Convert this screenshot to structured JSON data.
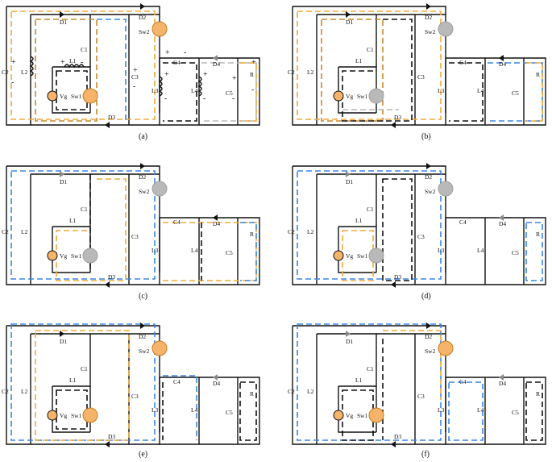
{
  "panels": [
    {
      "caption": "(a)",
      "labels": {
        "D1": "D1",
        "D2": "D2",
        "D3": "D3",
        "D4": "D4",
        "Sw1": "Sw1",
        "Sw2": "Sw2",
        "Vg": "Vg",
        "L1": "L1",
        "L2": "L2",
        "L3": "L3",
        "L4": "L4",
        "C1": "C1",
        "C2": "C2",
        "C3": "C3",
        "C4": "C4",
        "C5": "C5",
        "R": "R"
      },
      "sw1_on": true,
      "sw2_on": true,
      "polarity_marks": [
        "+",
        "-",
        "+",
        "-",
        "+",
        "-",
        "+",
        "-",
        "+",
        "-",
        "+",
        "-",
        "+",
        "-",
        "+",
        "-"
      ]
    },
    {
      "caption": "(b)",
      "labels": {
        "D1": "D1",
        "D2": "D2",
        "D3": "D3",
        "D4": "D4",
        "Sw1": "Sw1",
        "Sw2": "Sw2",
        "Vg": "Vg",
        "L1": "L1",
        "L2": "L2",
        "L3": "L3",
        "L4": "L4",
        "C1": "C1",
        "C2": "C2",
        "C3": "C3",
        "C4": "C4",
        "C5": "C5",
        "R": "R"
      },
      "sw1_on": false,
      "sw2_on": false
    },
    {
      "caption": "(c)",
      "labels": {
        "D1": "D1",
        "D2": "D2",
        "D3": "D3",
        "D4": "D4",
        "Sw1": "Sw1",
        "Sw2": "Sw2",
        "Vg": "Vg",
        "L1": "L1",
        "L2": "L2",
        "L3": "L3",
        "L4": "L4",
        "C1": "C1",
        "C2": "C2",
        "C3": "C3",
        "C4": "C4",
        "C5": "C5",
        "R": "R"
      },
      "sw1_on": false,
      "sw2_on": false
    },
    {
      "caption": "(d)",
      "labels": {
        "D1": "D1",
        "D2": "D2",
        "D3": "D3",
        "D4": "D4",
        "Sw1": "Sw1",
        "Sw2": "Sw2",
        "Vg": "Vg",
        "L1": "L1",
        "L2": "L2",
        "L3": "L3",
        "L4": "L4",
        "C1": "C1",
        "C2": "C2",
        "C3": "C3",
        "C4": "C4",
        "C5": "C5",
        "R": "R"
      },
      "sw1_on": false,
      "sw2_on": false
    },
    {
      "caption": "(e)",
      "labels": {
        "D1": "D1",
        "D2": "D2",
        "D3": "D3",
        "D4": "D4",
        "Sw1": "Sw1",
        "Sw2": "Sw2",
        "Vg": "Vg",
        "L1": "L1",
        "L2": "L2",
        "L3": "L3",
        "L4": "L4",
        "C1": "C1",
        "C2": "C2",
        "C3": "C3",
        "C4": "C4",
        "C5": "C5",
        "R": "R"
      },
      "sw1_on": true,
      "sw2_on": true
    },
    {
      "caption": "(f)",
      "labels": {
        "D1": "D1",
        "D2": "D2",
        "D3": "D3",
        "D4": "D4",
        "Sw1": "Sw1",
        "Sw2": "Sw2",
        "Vg": "Vg",
        "L1": "L1",
        "L2": "L2",
        "L3": "L3",
        "L4": "L4",
        "C1": "C1",
        "C2": "C2",
        "C3": "C3",
        "C4": "C4",
        "C5": "C5",
        "R": "R"
      },
      "sw1_on": true,
      "sw2_on": true
    }
  ],
  "colors": {
    "orange": "#f2a93b",
    "dark_orange": "#c7892c",
    "blue": "#3b86e6",
    "black": "#111111",
    "grey": "#a9a9a9",
    "switch_on": "#f5b46a",
    "switch_off": "#b9b9b9"
  }
}
